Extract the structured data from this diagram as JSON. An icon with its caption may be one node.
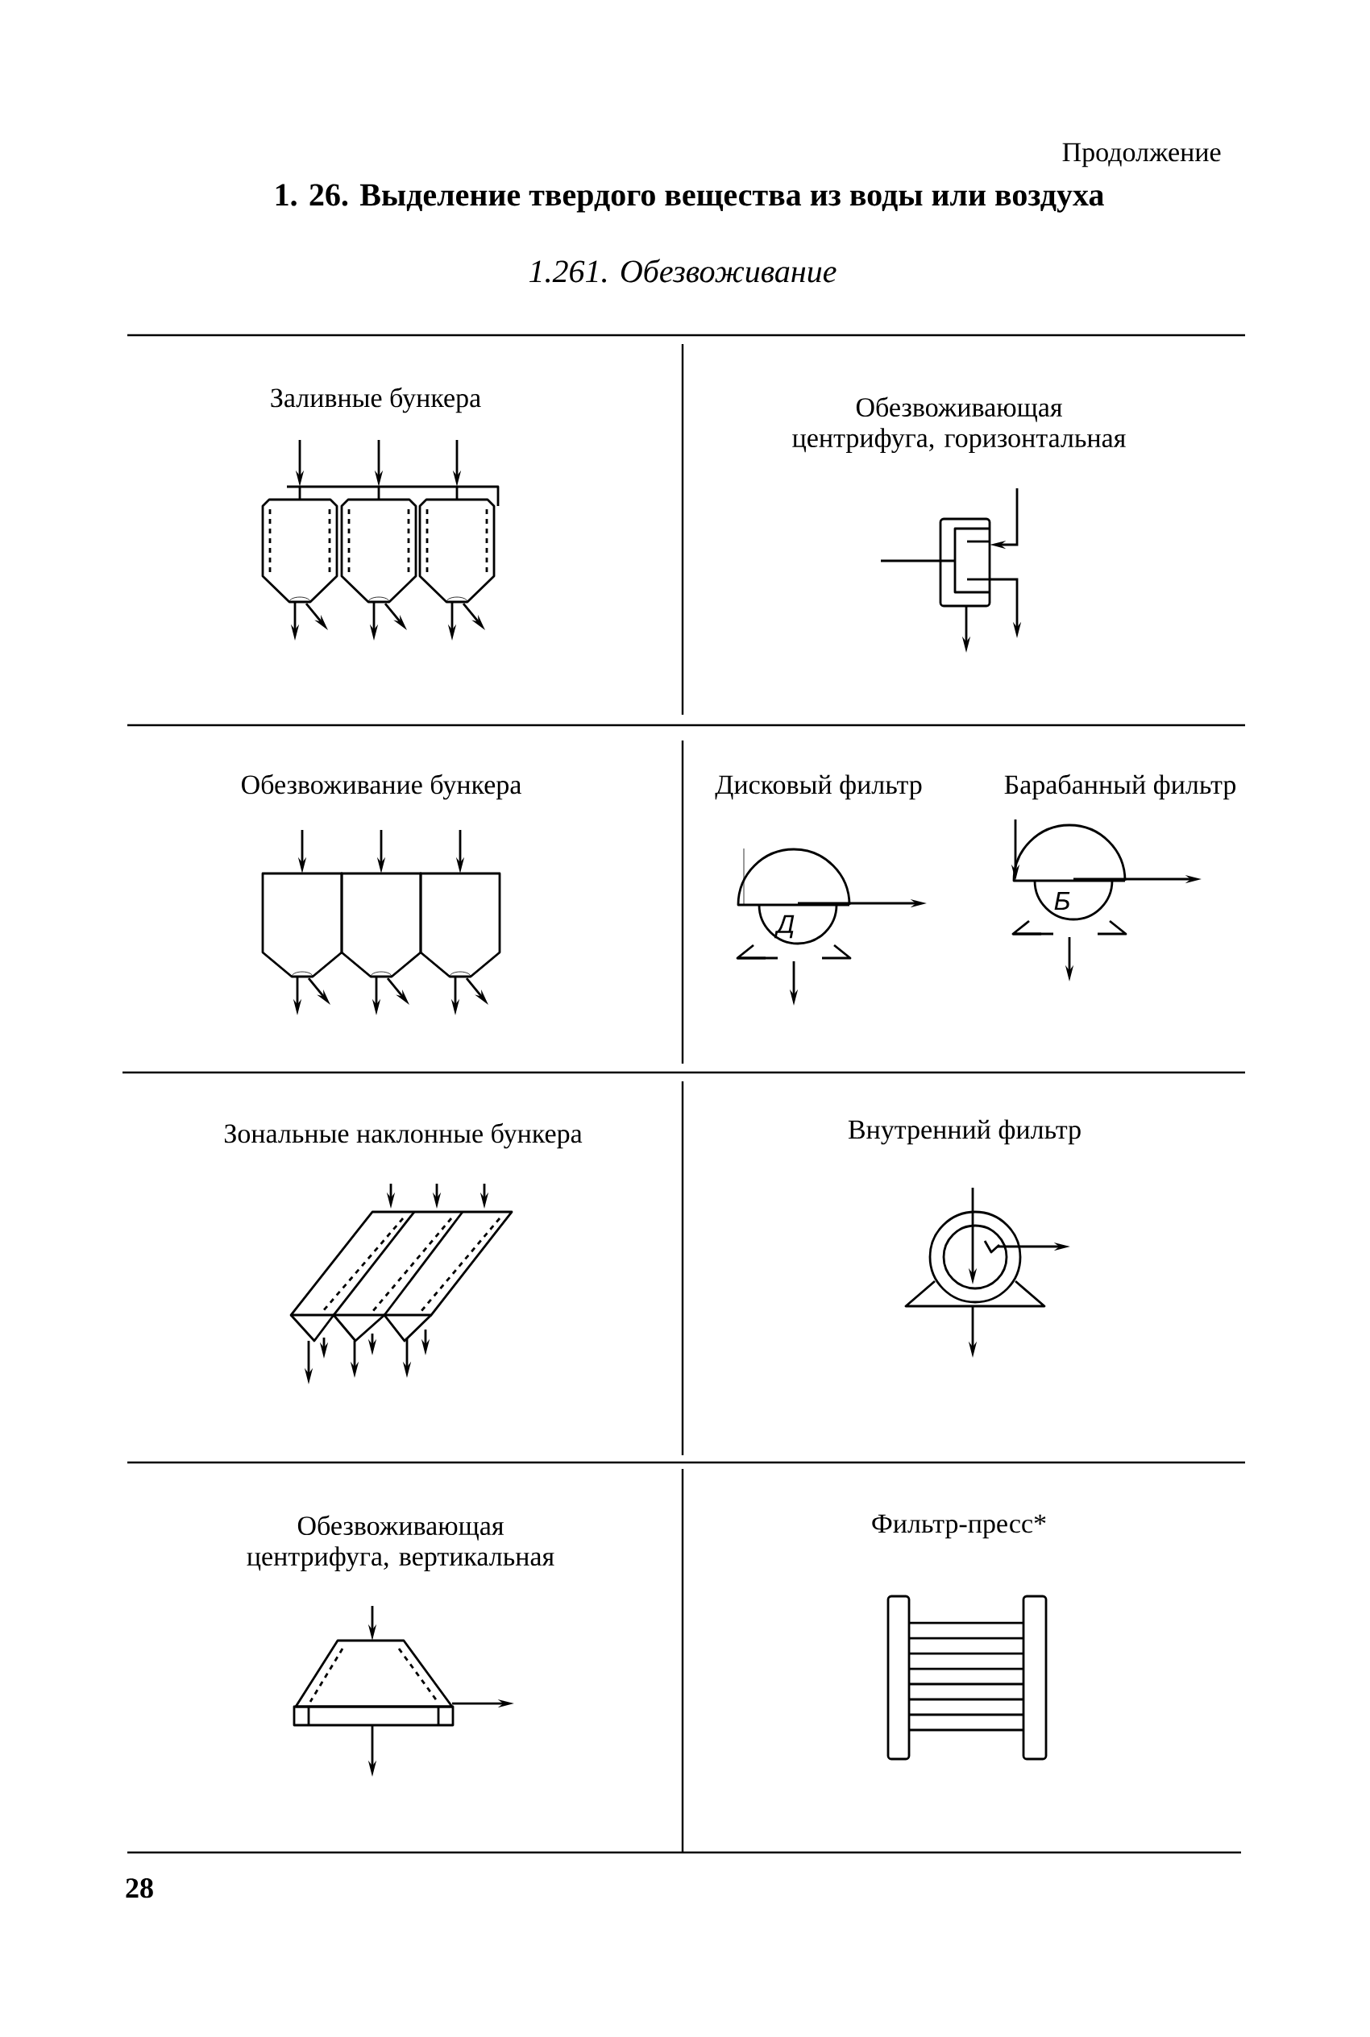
{
  "diagram": {
    "title": "1. 26. Выделение твердого вещества из воды или воздуха",
    "labels": [
      "Продолжение",
      "1.261. Обезвоживание",
      "Заливные бункера",
      "Обезвоживающая центрифуга, горизонтальная",
      "Обезвоживание бункера",
      "Дисковый фильтр",
      "Барабанный фильтр",
      "Д",
      "Б",
      "Зональные наклонные бункера",
      "Внутренний фильтр",
      "Обезвоживающая центрифуга, вертикальная",
      "Фильтр-пресс*",
      "28"
    ]
  }
}
